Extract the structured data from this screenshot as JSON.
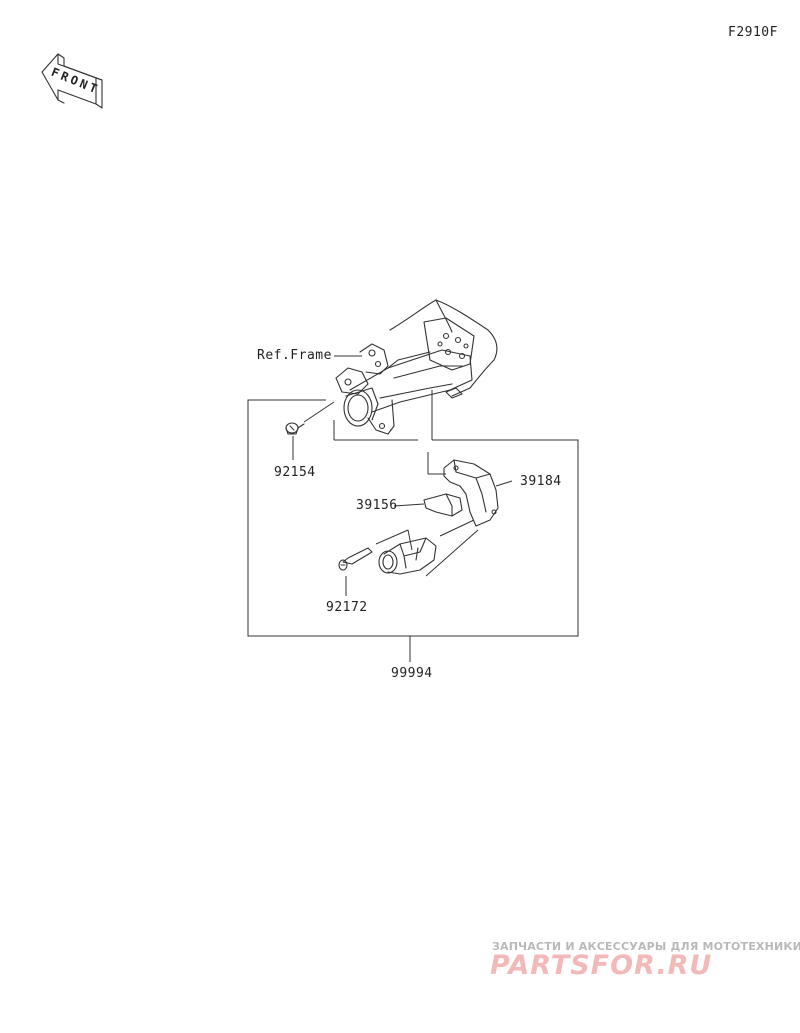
{
  "diagram_code": "F2910F",
  "front_label": "FRONT",
  "ref_frame_label": "Ref.Frame",
  "parts": {
    "p92154": "92154",
    "p39184": "39184",
    "p39156": "39156",
    "p92172": "92172",
    "p99994": "99994"
  },
  "watermark": {
    "tagline": "ЗАПЧАСТИ И АКСЕССУАРЫ ДЛЯ МОТОТЕХНИКИ",
    "logo": "PARTSFOR.RU",
    "color": "#e57373"
  }
}
